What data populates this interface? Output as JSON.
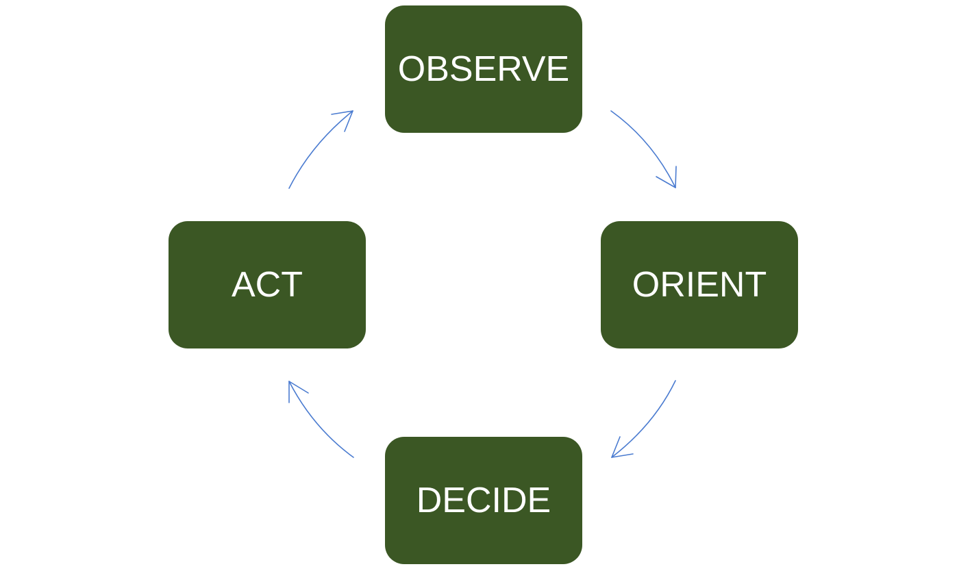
{
  "diagram": {
    "type": "cycle",
    "node_color": "#3b5724",
    "text_color": "#ffffff",
    "arrow_color": "#4a7bd0",
    "nodes": [
      {
        "id": "observe",
        "label": "OBSERVE"
      },
      {
        "id": "orient",
        "label": "ORIENT"
      },
      {
        "id": "decide",
        "label": "DECIDE"
      },
      {
        "id": "act",
        "label": "ACT"
      }
    ],
    "edges": [
      {
        "from": "observe",
        "to": "orient"
      },
      {
        "from": "orient",
        "to": "decide"
      },
      {
        "from": "decide",
        "to": "act"
      },
      {
        "from": "act",
        "to": "observe"
      }
    ]
  }
}
